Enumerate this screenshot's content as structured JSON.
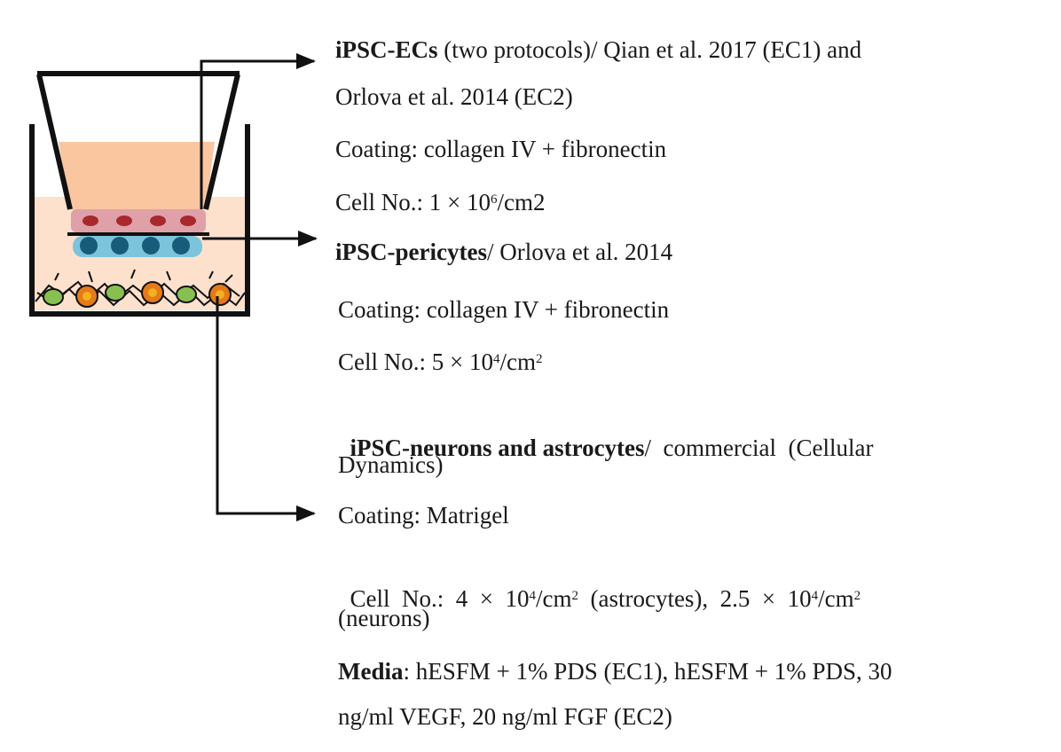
{
  "ec_section": {
    "title_bold": "iPSC-ECs",
    "title_rest": " (two protocols)/ Qian et al. 2017 (EC1) and",
    "title_line2": "Orlova et al. 2014 (EC2)",
    "coating": "Coating: collagen IV + fibronectin",
    "cellno_prefix": "Cell No.: 1 × 10",
    "cellno_sup": "6",
    "cellno_suffix": "/cm2"
  },
  "pericyte_section": {
    "title_bold": "iPSC-pericytes",
    "title_rest": "/ Orlova et al. 2014",
    "coating": "Coating: collagen IV + fibronectin",
    "cellno_prefix": "Cell No.: 5 × 10",
    "cellno_sup": "4",
    "cellno_mid": "/cm",
    "cellno_sup2": "2"
  },
  "neuron_section": {
    "title_bold": "iPSC-neurons and astrocytes",
    "title_rest": "/  commercial  (Cellular",
    "title_line2": "Dynamics)",
    "coating": "Coating: Matrigel",
    "cellno_prefix": "Cell  No.:  4  ×  10",
    "cellno_sup": "4",
    "cellno_mid": "/cm",
    "cellno_sup2": "2",
    "cellno_rest": "  (astrocytes),  2.5  ×  10",
    "cellno_sup3": "4",
    "cellno_mid2": "/cm",
    "cellno_sup4": "2",
    "cellno_line2": "(neurons)"
  },
  "media": {
    "label_bold": "Media",
    "line1_rest": ": hESFM + 1% PDS (EC1), hESFM + 1% PDS, 30",
    "line2": "ng/ml VEGF, 20 ng/ml FGF (EC2)"
  },
  "colors": {
    "top_medium": "#f9c6a0",
    "bottom_medium": "#fde1cc",
    "ec_layer": "#e0a0a8",
    "ec_nucleus": "#a8282e",
    "pericyte_layer": "#7cc4dc",
    "pericyte_nucleus": "#175c7a",
    "astrocyte": "#e57a18",
    "neuron": "#88c050",
    "outline": "#111111"
  }
}
